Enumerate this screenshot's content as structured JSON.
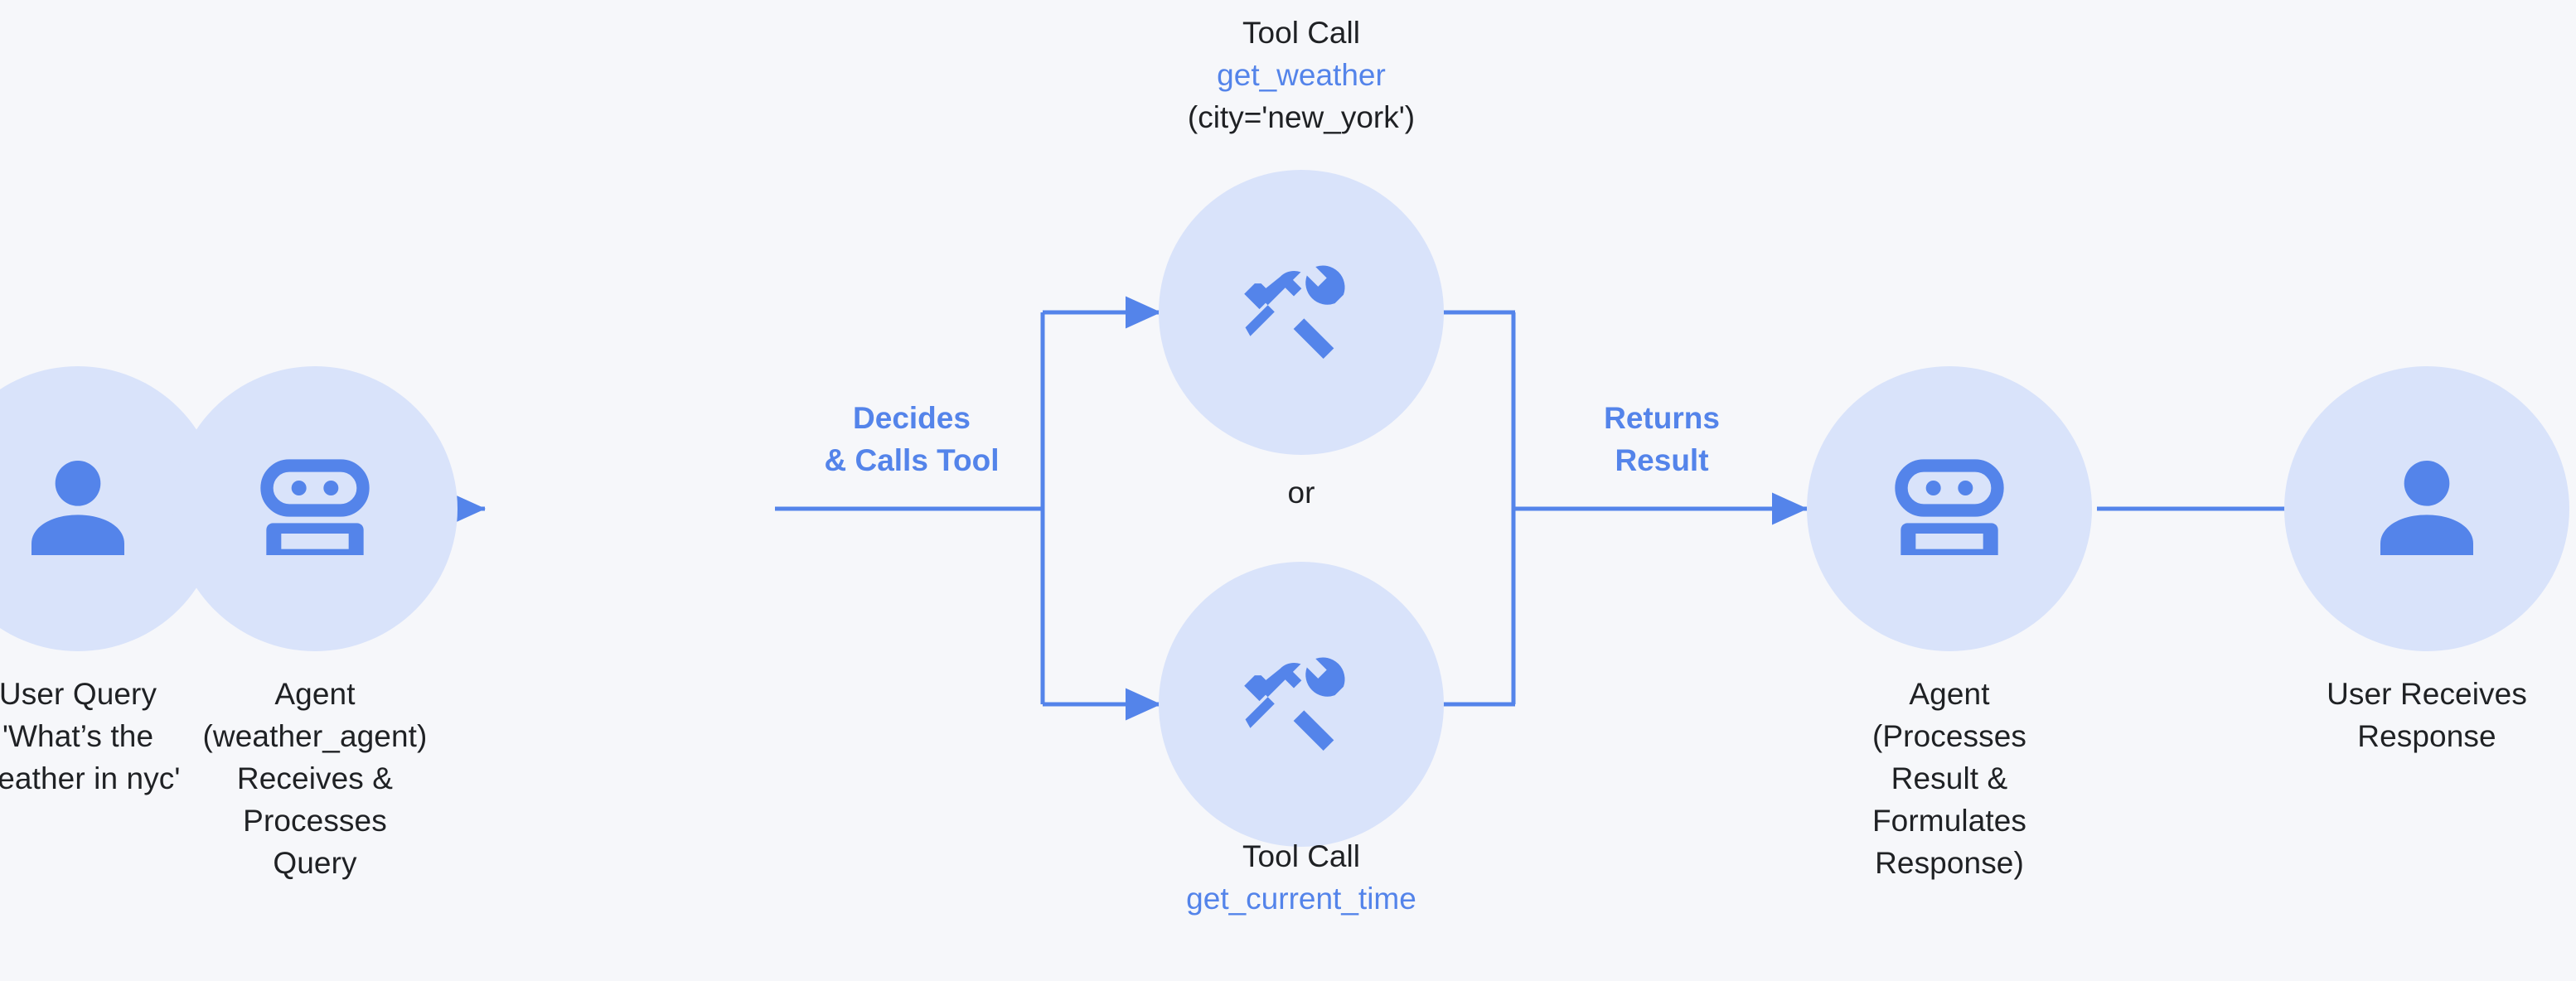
{
  "theme": {
    "background": "#f6f7fa",
    "bubble_fill": "#d9e3fa",
    "accent_blue": "#5484ea",
    "text_dark": "#1f2124"
  },
  "nodes": [
    {
      "id": "user-query",
      "icon": "person-icon",
      "caption": "User Query\n'What’s the\nweather in nyc'"
    },
    {
      "id": "agent-receives",
      "icon": "robot-icon",
      "caption": "Agent\n(weather_agent)\nReceives &\nProcesses\nQuery"
    },
    {
      "id": "tool-weather",
      "icon": "tools-icon",
      "caption": ""
    },
    {
      "id": "tool-time",
      "icon": "tools-icon",
      "caption": ""
    },
    {
      "id": "agent-formulates",
      "icon": "robot-icon",
      "caption": "Agent\n(Processes\nResult &\nFormulates\nResponse)"
    },
    {
      "id": "user-receives",
      "icon": "person-icon",
      "caption": "User Receives\nResponse"
    }
  ],
  "tool_calls": {
    "top": {
      "heading": "Tool Call",
      "function_name": "get_weather",
      "arguments": "(city='new_york')"
    },
    "bottom": {
      "heading": "Tool Call",
      "function_name": "get_current_time",
      "arguments": ""
    }
  },
  "edge_labels": {
    "decides": "Decides\n& Calls Tool",
    "returns": "Returns\nResult",
    "branch_or": "or"
  }
}
